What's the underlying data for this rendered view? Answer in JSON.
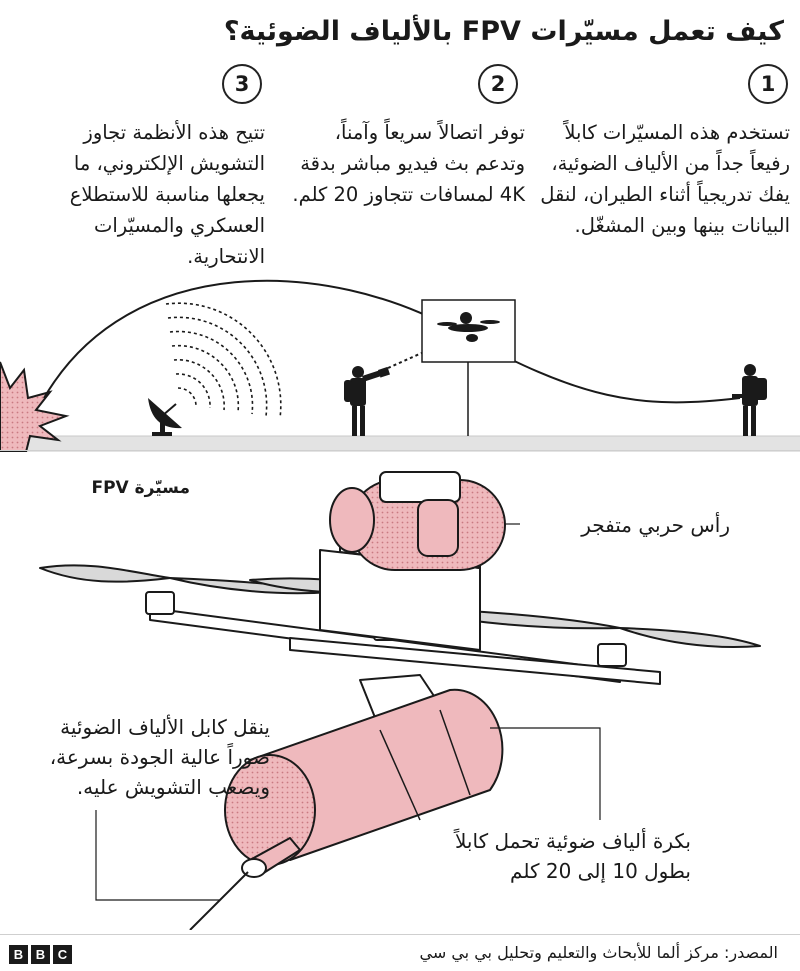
{
  "title": "كيف تعمل مسيّرات FPV بالألياف الضوئية؟",
  "steps": [
    {
      "number": "1",
      "text": "تستخدم هذه المسيّرات كابلاً رفيعاً جداً من الألياف الضوئية، يفك تدريجياً أثناء الطيران، لنقل البيانات بينها وبين المشغّل."
    },
    {
      "number": "2",
      "text": "توفر اتصالاً سريعاً وآمناً، وتدعم بث فيديو مباشر بدقة 4K لمسافات تتجاوز 20 كلم."
    },
    {
      "number": "3",
      "text": "تتيح هذه الأنظمة تجاوز التشويش الإلكتروني، ما يجعلها مناسبة للاستطلاع العسكري والمسيّرات الانتحارية."
    }
  ],
  "drone_section": {
    "label": "مسيّرة FPV",
    "warhead_label": "رأس حربي متفجر",
    "cable_label": "ينقل كابل الألياف الضوئية صوراً عالية الجودة بسرعة، ويصعب التشويش عليه.",
    "spool_label": "بكرة ألياف ضوئية تحمل كابلاً بطول 10 إلى 20 كلم"
  },
  "footer": {
    "source": "المصدر: مركز ألما للأبحاث والتعليم وتحليل بي بي سي",
    "brand": [
      "B",
      "B",
      "C"
    ]
  },
  "colors": {
    "pink": "#efb9bd",
    "pink_dark": "#e0979e",
    "ink": "#1a1a1a",
    "ground": "#e3e3e3"
  }
}
